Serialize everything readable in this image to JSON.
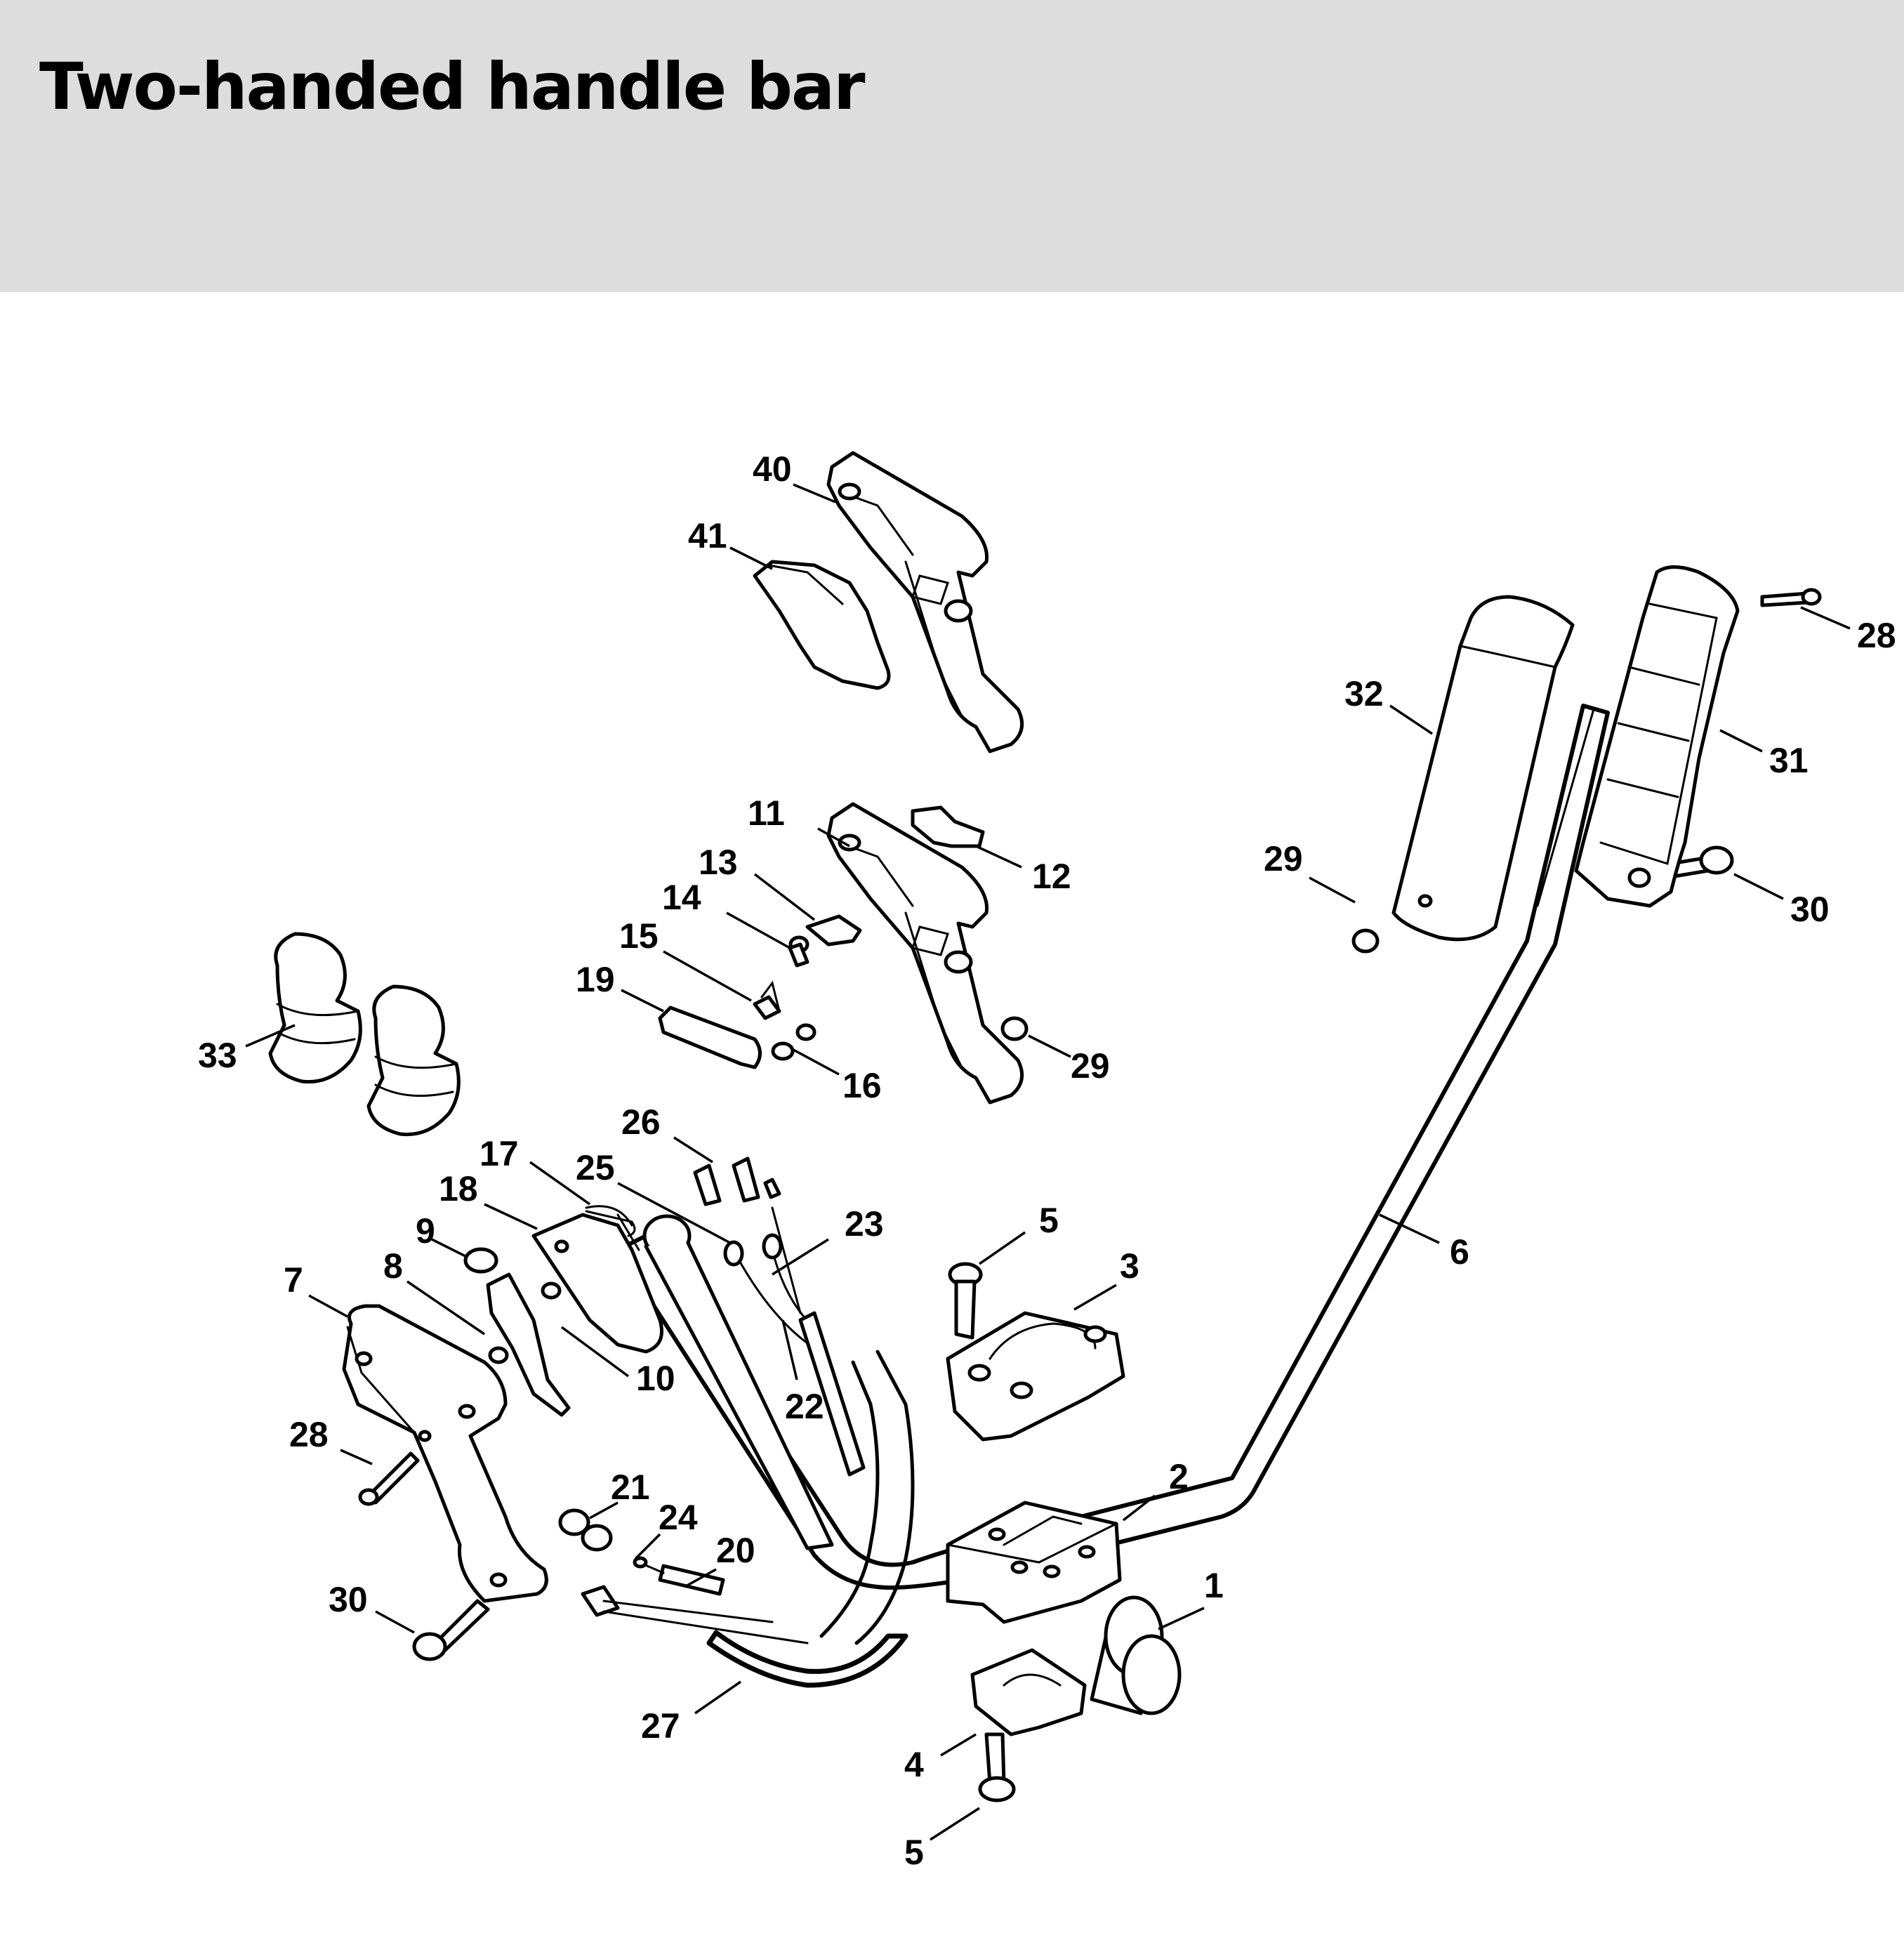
{
  "title": "Two-handed handle bar",
  "callouts": [
    "1",
    "2",
    "3",
    "4",
    "5",
    "5",
    "6",
    "7",
    "8",
    "9",
    "10",
    "11",
    "12",
    "13",
    "14",
    "15",
    "16",
    "17",
    "18",
    "19",
    "20",
    "21",
    "22",
    "23",
    "24",
    "25",
    "26",
    "27",
    "28",
    "28",
    "29",
    "29",
    "30",
    "30",
    "31",
    "32",
    "33",
    "40",
    "41"
  ]
}
